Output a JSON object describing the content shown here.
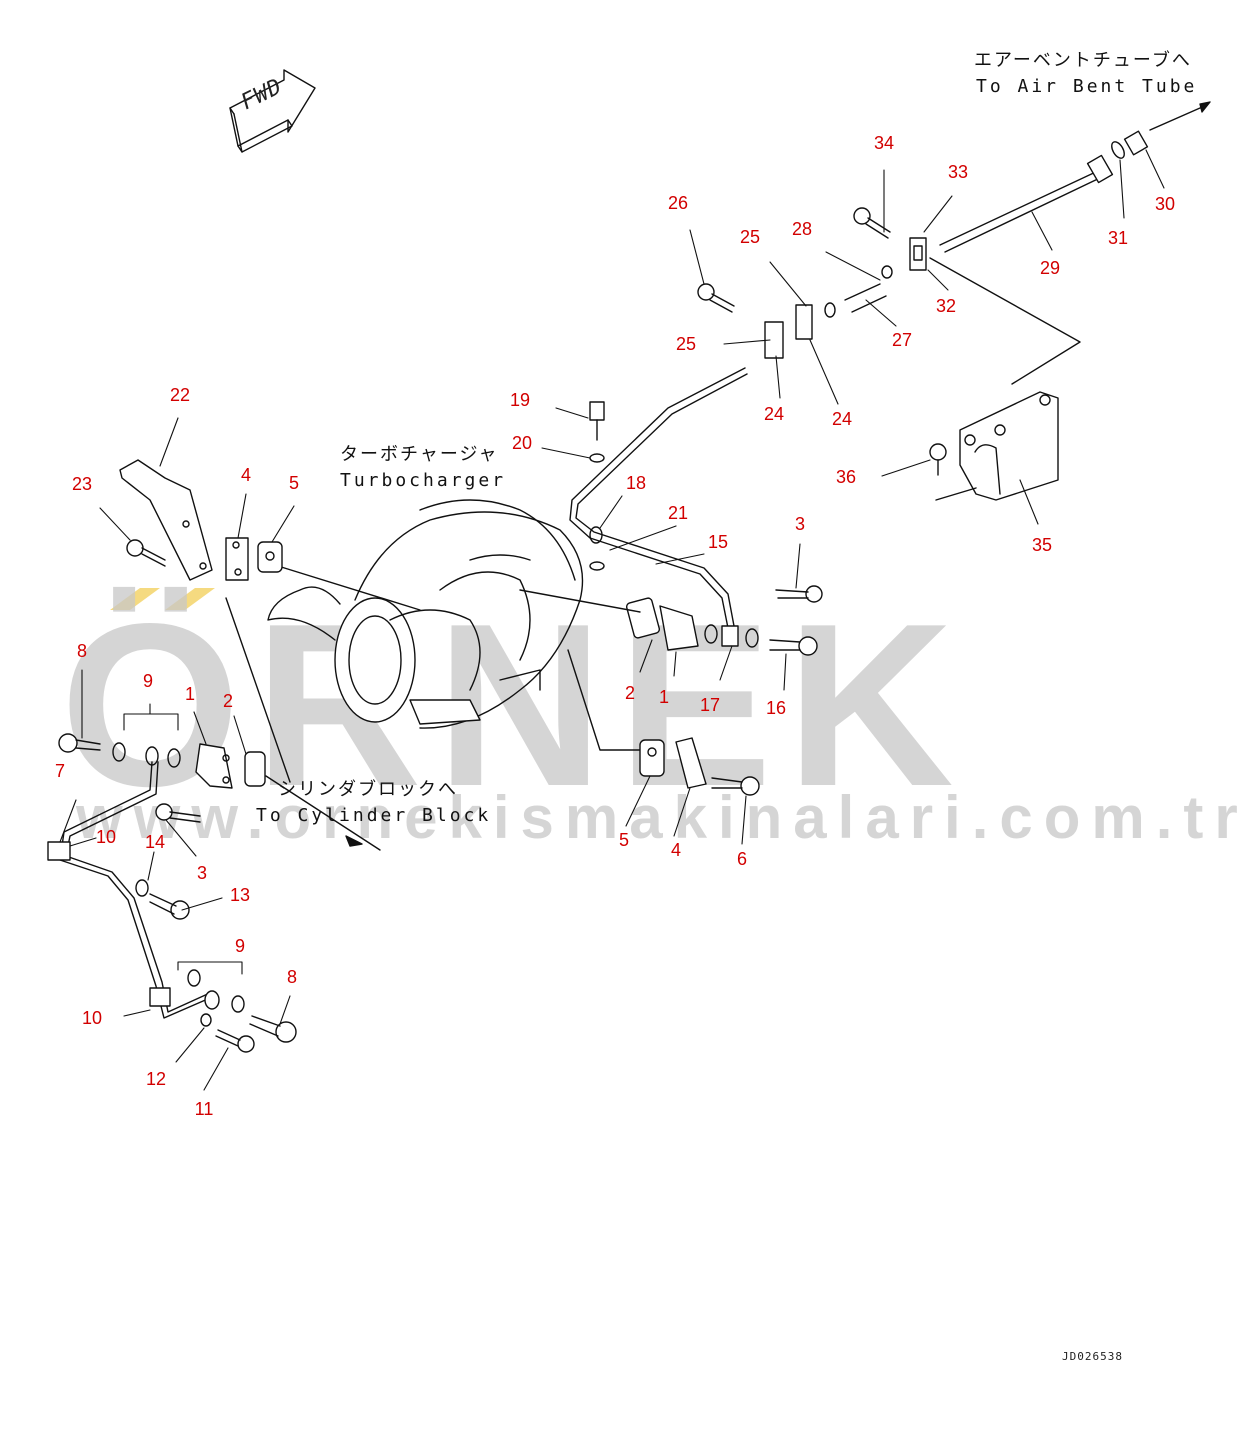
{
  "watermark": {
    "brand": "ÖRNEK",
    "url": "www.ornekismakinalari.com.tr",
    "accent_color": "#f3d46a"
  },
  "drawing_id": "JD026538",
  "direction_arrow": {
    "label": "FWD"
  },
  "notes": {
    "air_bent_jp": "エアーベントチューブへ",
    "air_bent_en": "To Air Bent Tube",
    "turbo_jp": "ターボチャージャ",
    "turbo_en": "Turbocharger",
    "cylinder_jp": "シリンダブロックへ",
    "cylinder_en": "To Cylinder Block"
  },
  "callouts": [
    {
      "label": "34"
    },
    {
      "label": "33"
    },
    {
      "label": "30"
    },
    {
      "label": "31"
    },
    {
      "label": "29"
    },
    {
      "label": "32"
    },
    {
      "label": "26"
    },
    {
      "label": "25"
    },
    {
      "label": "28"
    },
    {
      "label": "27"
    },
    {
      "label": "25"
    },
    {
      "label": "24"
    },
    {
      "label": "24"
    },
    {
      "label": "19"
    },
    {
      "label": "20"
    },
    {
      "label": "18"
    },
    {
      "label": "21"
    },
    {
      "label": "15"
    },
    {
      "label": "3"
    },
    {
      "label": "36"
    },
    {
      "label": "35"
    },
    {
      "label": "22"
    },
    {
      "label": "23"
    },
    {
      "label": "4"
    },
    {
      "label": "5"
    },
    {
      "label": "2"
    },
    {
      "label": "1"
    },
    {
      "label": "17"
    },
    {
      "label": "16"
    },
    {
      "label": "8"
    },
    {
      "label": "9"
    },
    {
      "label": "1"
    },
    {
      "label": "2"
    },
    {
      "label": "7"
    },
    {
      "label": "10"
    },
    {
      "label": "14"
    },
    {
      "label": "3"
    },
    {
      "label": "13"
    },
    {
      "label": "9"
    },
    {
      "label": "8"
    },
    {
      "label": "10"
    },
    {
      "label": "12"
    },
    {
      "label": "11"
    },
    {
      "label": "5"
    },
    {
      "label": "4"
    },
    {
      "label": "6"
    }
  ],
  "colors": {
    "callout": "#d20000",
    "linework": "#111111",
    "watermark": "#c8c8c8"
  }
}
